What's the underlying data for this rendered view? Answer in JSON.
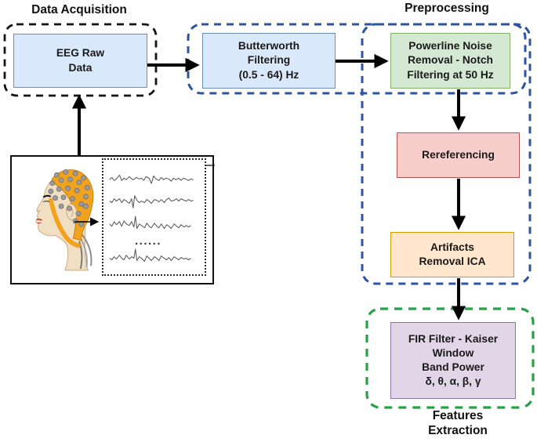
{
  "sections": {
    "data_acquisition": {
      "label": "Data Acquisition"
    },
    "preprocessing": {
      "label": "Preprocessing"
    },
    "features_extraction": {
      "label_lines": [
        "Features",
        "Extraction"
      ]
    }
  },
  "nodes": {
    "eeg_raw": {
      "lines": [
        "EEG Raw",
        "Data"
      ],
      "fill": "#dae8fc",
      "border": "#6c8ebf"
    },
    "butterworth": {
      "lines": [
        "Butterworth",
        "Filtering",
        "(0.5 - 64) Hz"
      ],
      "fill": "#dae8fc",
      "border": "#6c8ebf"
    },
    "powerline": {
      "lines": [
        "Powerline Noise",
        "Removal - Notch",
        "Filtering at 50 Hz"
      ],
      "fill": "#d5e8d4",
      "border": "#82b366"
    },
    "rereferencing": {
      "lines": [
        "Rereferencing"
      ],
      "fill": "#f8cecc",
      "border": "#b85450"
    },
    "artifacts": {
      "lines": [
        "Artifacts",
        "Removal ICA"
      ],
      "fill": "#ffe6cc",
      "border": "#d79b00"
    },
    "fir": {
      "lines": [
        "FIR Filter - Kaiser",
        "Window",
        "Band Power",
        "δ, θ, α, β, γ"
      ],
      "fill": "#e1d5e7",
      "border": "#9673a6"
    }
  },
  "image_panel": {
    "ellipsis": "......"
  },
  "colors": {
    "dashed_black": "#141414",
    "dashed_blue": "#2d53a5",
    "dashed_green": "#27a046",
    "arrow": "#000000",
    "cap_orange": "#f2a31d",
    "skin": "#f1dfc4"
  }
}
